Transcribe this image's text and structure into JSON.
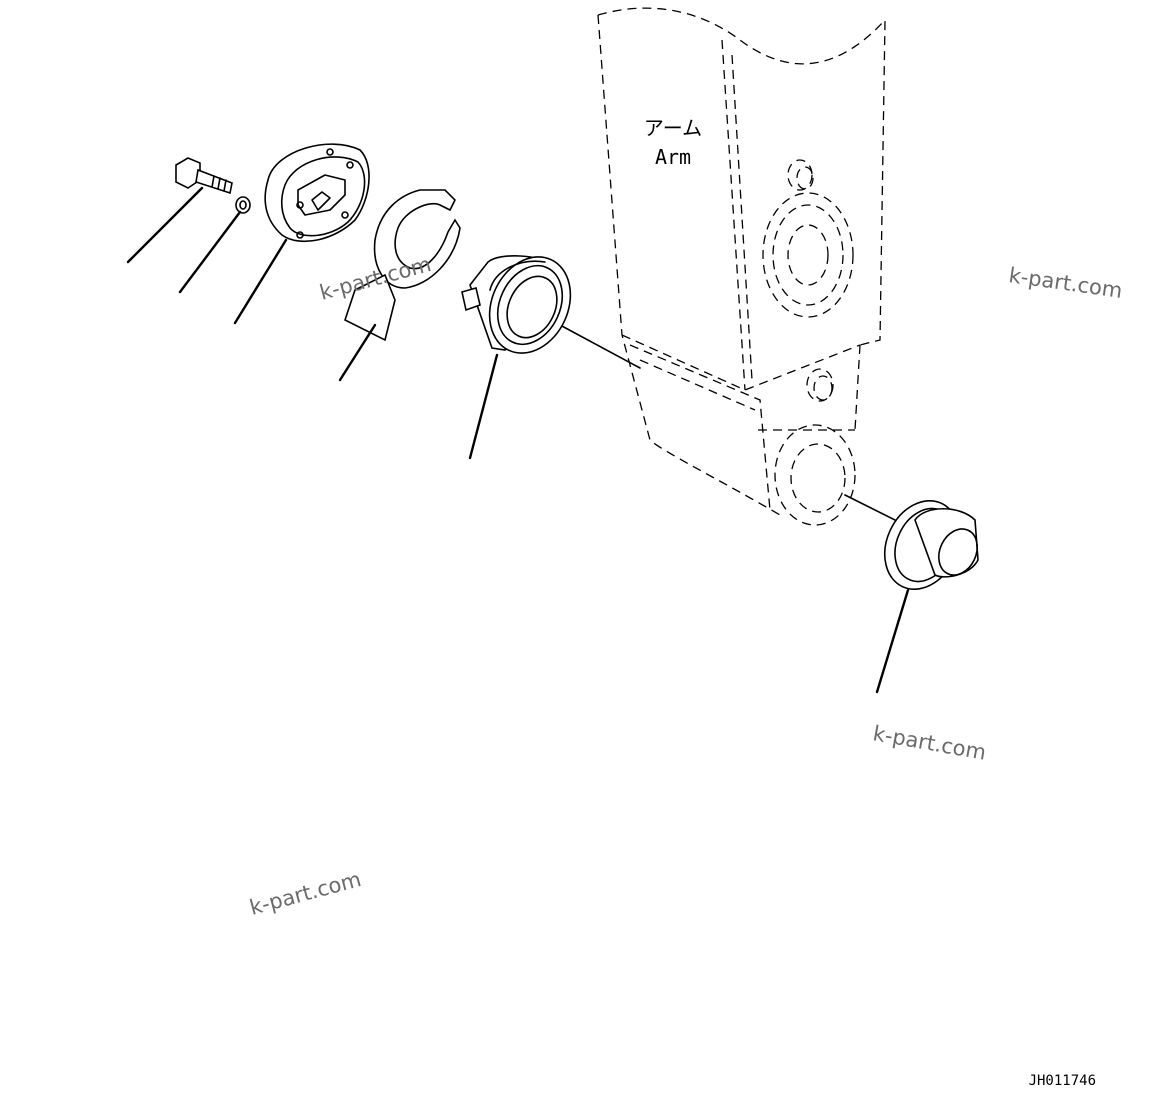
{
  "diagram": {
    "arm_label_jp": "アーム",
    "arm_label_en": "Arm",
    "drawing_number": "JH011746",
    "watermarks": [
      "k-part.com",
      "k-part.com",
      "k-part.com",
      "k-part.com"
    ],
    "leader_count": 6
  }
}
